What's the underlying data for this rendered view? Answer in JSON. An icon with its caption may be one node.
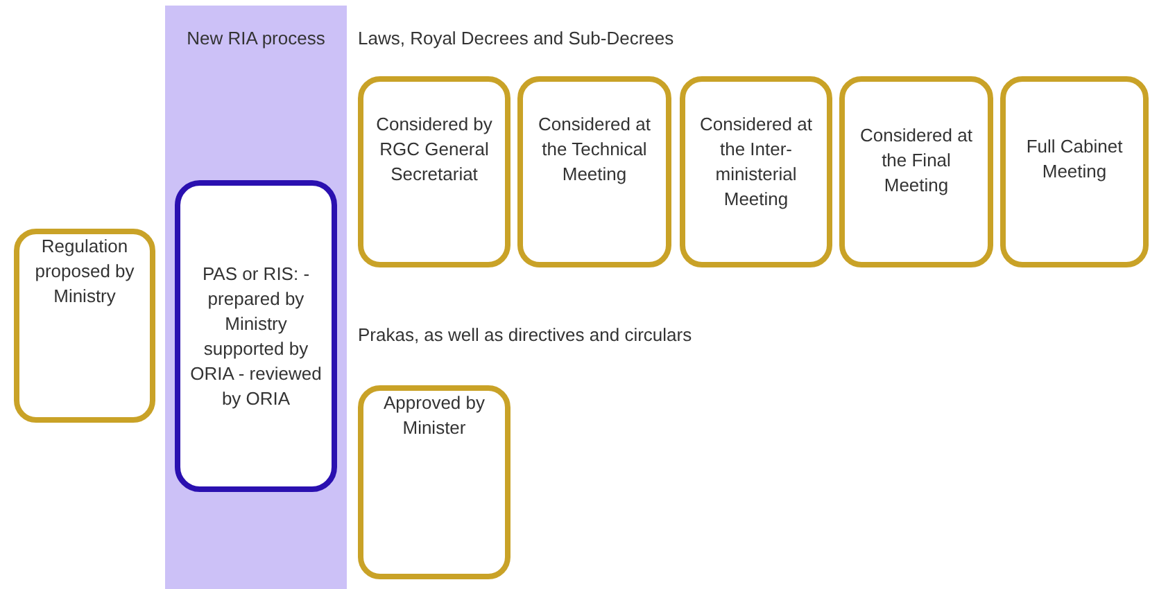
{
  "diagram": {
    "nodes": [
      {
        "text": [
          "Regulation proposed by Ministry"
        ]
      },
      {
        "text": [
          "New RIA process"
        ]
      },
      {
        "text": [
          "PAS or RIS: - prepared by Ministry supported by ORIA - reviewed by ORIA"
        ],
        "in": 1
      },
      {
        "text": [
          "Considered by RGC General Secretariat"
        ]
      },
      {
        "text": [
          "Considered at the Technical Meeting"
        ]
      },
      {
        "text": [
          "Considered at the Inter-ministerial Meeting"
        ]
      },
      {
        "text": [
          "Considered at the Final Meeting"
        ]
      },
      {
        "text": [
          "Full Cabinet Meeting"
        ]
      },
      {
        "text": [
          "Approved by Minister"
        ]
      }
    ],
    "labels": [
      "Laws, Royal Decrees and Sub-Decrees",
      "Prakas, as well as directives and circulars"
    ]
  }
}
